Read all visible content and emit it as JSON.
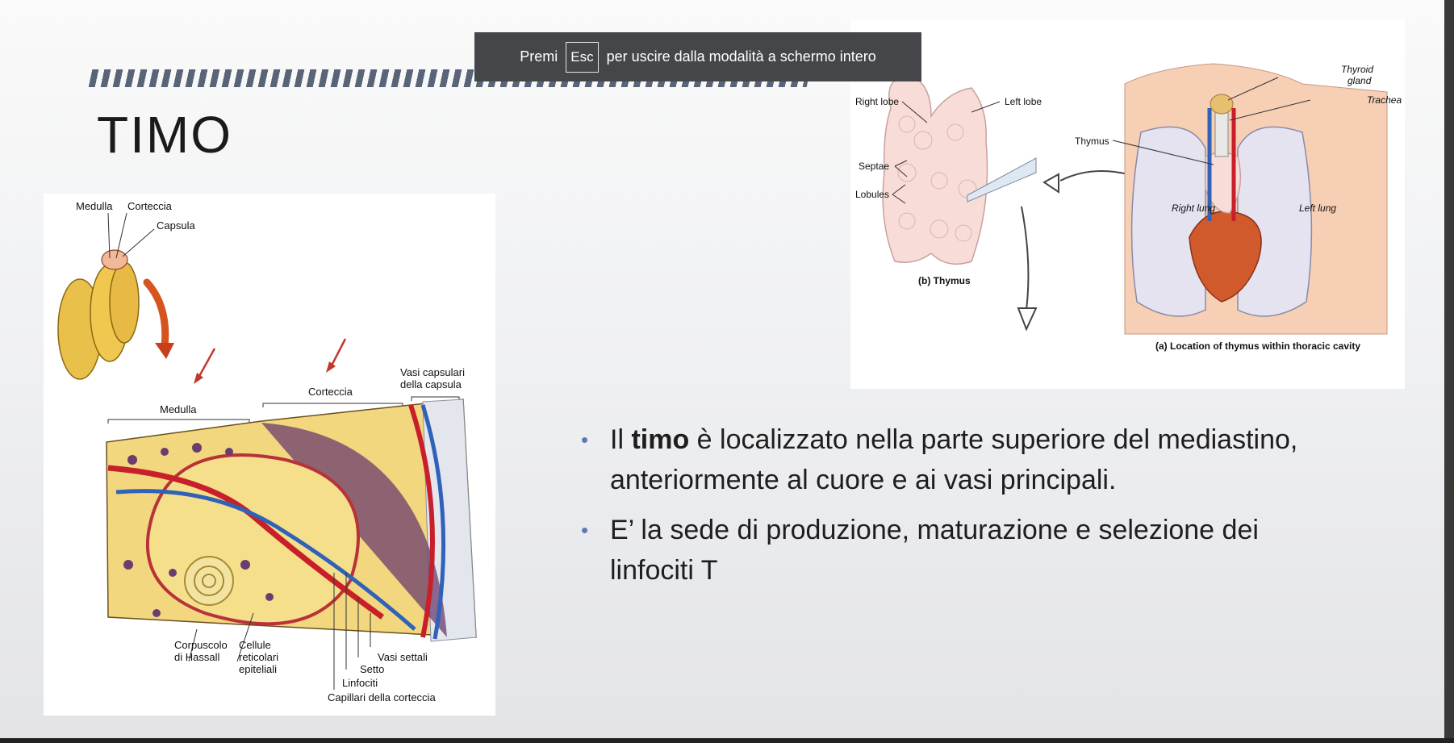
{
  "fullscreen_notice": {
    "before": "Premi",
    "key": "Esc",
    "after": "per uscire dalla modalità a schermo intero"
  },
  "slide": {
    "title": "TIMO",
    "bullets": [
      {
        "pre": "Il ",
        "bold": "timo",
        "post": " è localizzato nella parte superiore del mediastino, anteriormente al cuore e ai vasi principali."
      },
      {
        "pre": "E’ la sede di produzione, maturazione e selezione dei linfociti T",
        "bold": "",
        "post": ""
      }
    ]
  },
  "figure_left": {
    "labels": {
      "medulla": "Medulla",
      "corteccia": "Corteccia",
      "capsula": "Capsula",
      "medulla_it": "Medulla",
      "corteccia_it": "Corteccia",
      "vasi_capsulari_1": "Vasi capsulari",
      "vasi_capsulari_2": "della capsula",
      "corpuscolo_1": "Corpuscolo",
      "corpuscolo_2": "di Hassall",
      "cellule_1": "Cellule",
      "cellule_2": "reticolari",
      "cellule_3": "epiteliali",
      "vasi_settali": "Vasi settali",
      "setto": "Setto",
      "linfociti": "Linfociti",
      "capillari": "Capillari della corteccia"
    }
  },
  "figure_right": {
    "labels": {
      "right_lobe": "Right lobe",
      "left_lobe": "Left lobe",
      "septae": "Septae",
      "lobules": "Lobules",
      "b_thymus": "(b) Thymus",
      "thymus": "Thymus",
      "thyroid_1": "Thyroid",
      "thyroid_2": "gland",
      "trachea": "Trachea",
      "right_lung": "Right lung",
      "left_lung": "Left lung",
      "a_location": "(a) Location of thymus within thoracic cavity"
    }
  },
  "colors": {
    "accent_bullet": "#5a7ab0",
    "notice_bg": "#444649",
    "stripe": "#5a6478"
  }
}
